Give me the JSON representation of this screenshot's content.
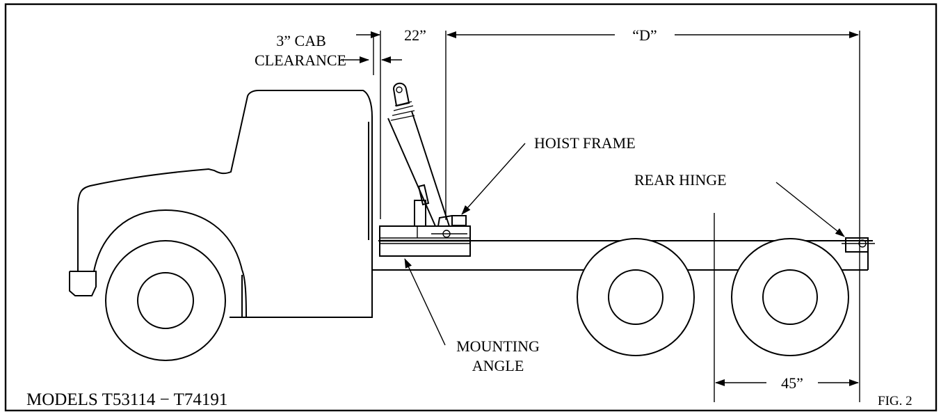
{
  "labels": {
    "cab_clearance_line1": "3” CAB",
    "cab_clearance_line2": "CLEARANCE",
    "dim_22": "22”",
    "dim_d": "“D”",
    "hoist_frame": "HOIST FRAME",
    "rear_hinge": "REAR HINGE",
    "mounting_angle_line1": "MOUNTING",
    "mounting_angle_line2": "ANGLE",
    "dim_45": "45”",
    "models": "MODELS T53114 − T74191",
    "figure": "FIG. 2"
  }
}
